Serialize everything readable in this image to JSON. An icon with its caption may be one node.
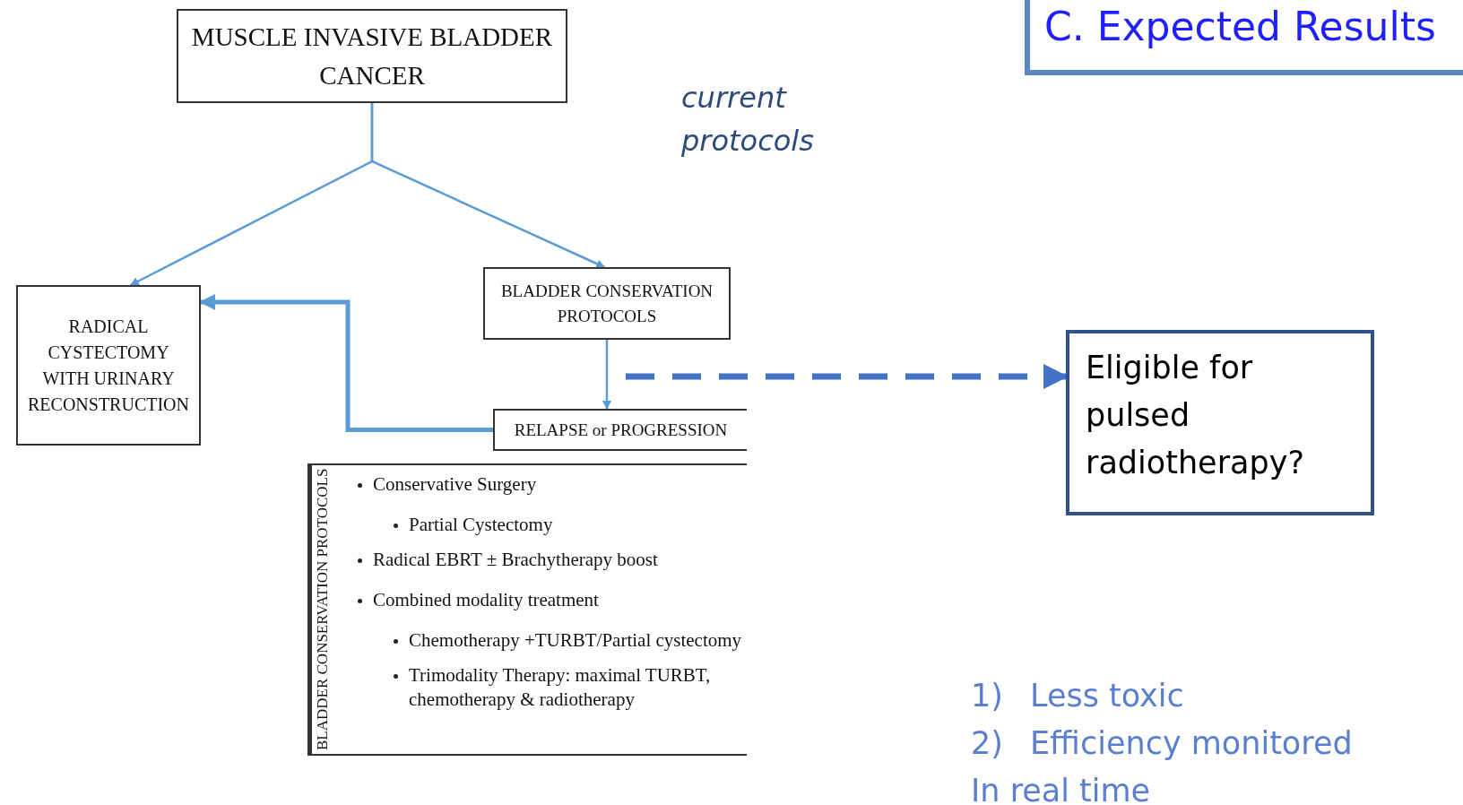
{
  "diagram": {
    "title": "C. Expected Results",
    "nodes": [
      {
        "text": [
          "MUSCLE INVASIVE BLADDER CANCER"
        ]
      },
      {
        "text": [
          "RADICAL CYSTECTOMY WITH URINARY RECONSTRUCTION"
        ]
      },
      {
        "text": [
          "BLADDER CONSERVATION PROTOCOLS"
        ]
      },
      {
        "text": [
          "RELAPSE or PROGRESSION"
        ]
      },
      {
        "text": [
          "BLADDER CONSERVATION PROTOCOLS",
          "Conservative Surgery",
          "Partial Cystectomy",
          "Radical EBRT ± Brachytherapy boost",
          "Combined modality treatment",
          "Chemotherapy +TURBT/Partial cystectomy",
          "Trimodality Therapy: maximal TURBT, chemotherapy & radiotherapy"
        ]
      },
      {
        "text": [
          "Eligible for pulsed radiotherapy?"
        ]
      }
    ],
    "edges": [
      {
        "from": 0,
        "to": 1,
        "arrow": "to"
      },
      {
        "from": 0,
        "to": 2,
        "arrow": "to"
      },
      {
        "from": 2,
        "to": 3,
        "arrow": "to"
      },
      {
        "from": 3,
        "to": 1,
        "arrow": "to",
        "style": "thick"
      },
      {
        "from": null,
        "to": 5,
        "arrow": "to",
        "style": "dashed",
        "color": "#4472c4"
      }
    ],
    "labels": [
      "current protocols",
      "1)",
      "Less toxic",
      "2)",
      "Efficiency monitored",
      "In real time"
    ]
  }
}
